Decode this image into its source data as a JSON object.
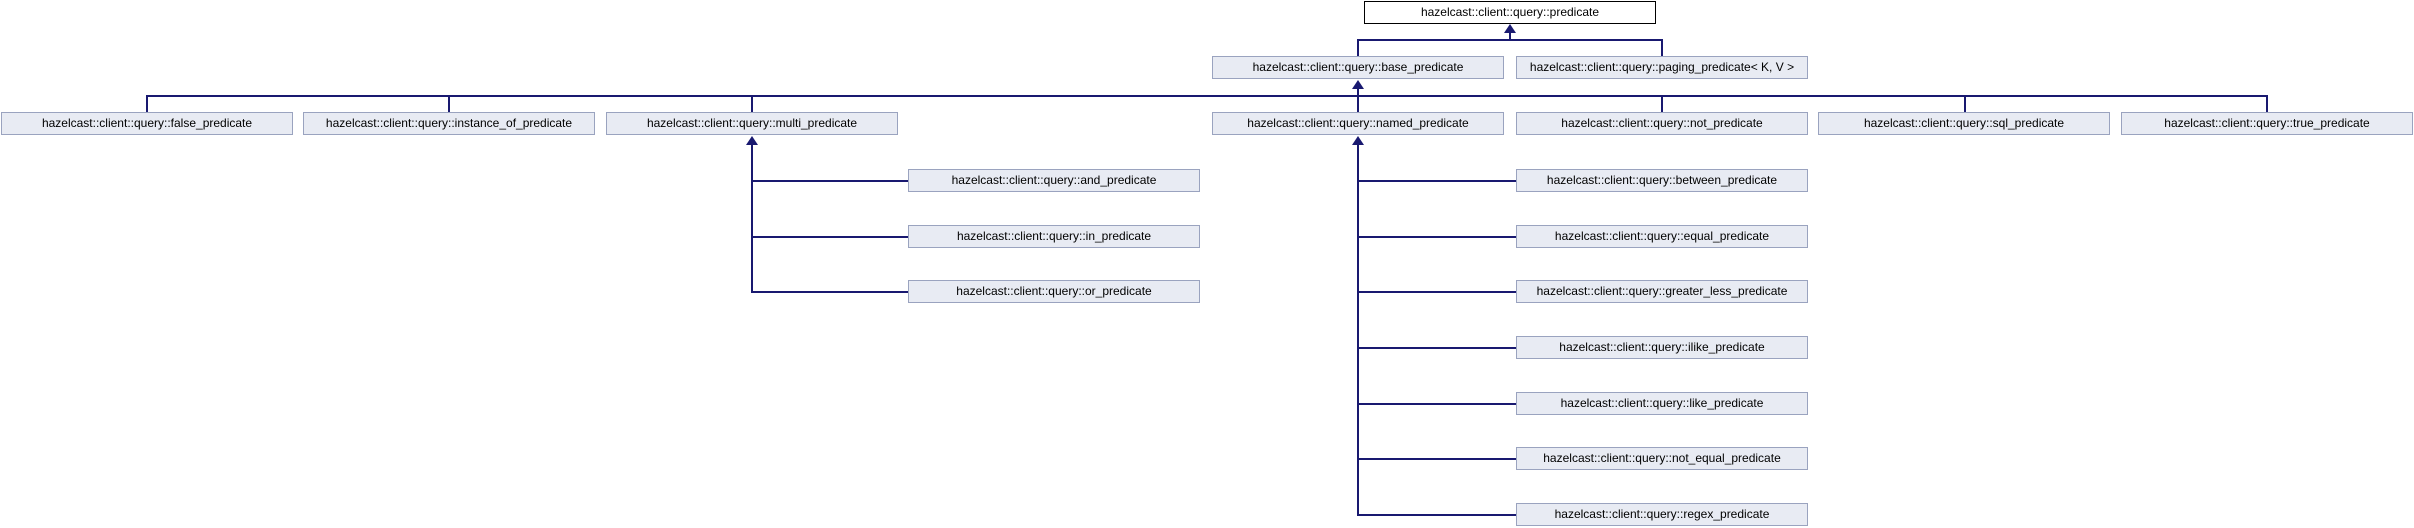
{
  "diagram": {
    "kind": "class-inheritance-graph",
    "colors": {
      "background": "#ffffff",
      "node_fill": "#e8ebf3",
      "node_border": "#9aa3bf",
      "current_node_fill": "#ffffff",
      "current_node_border": "#000000",
      "edge": "#191970",
      "text": "#000000"
    },
    "nodes": {
      "predicate": {
        "label": "hazelcast::client::query::predicate",
        "current": true
      },
      "base_predicate": {
        "label": "hazelcast::client::query::base_predicate"
      },
      "paging_predicate": {
        "label": "hazelcast::client::query::paging_predicate< K, V >"
      },
      "false_predicate": {
        "label": "hazelcast::client::query::false_predicate"
      },
      "instance_of_predicate": {
        "label": "hazelcast::client::query::instance_of_predicate"
      },
      "multi_predicate": {
        "label": "hazelcast::client::query::multi_predicate"
      },
      "named_predicate": {
        "label": "hazelcast::client::query::named_predicate"
      },
      "not_predicate": {
        "label": "hazelcast::client::query::not_predicate"
      },
      "sql_predicate": {
        "label": "hazelcast::client::query::sql_predicate"
      },
      "true_predicate": {
        "label": "hazelcast::client::query::true_predicate"
      },
      "and_predicate": {
        "label": "hazelcast::client::query::and_predicate"
      },
      "in_predicate": {
        "label": "hazelcast::client::query::in_predicate"
      },
      "or_predicate": {
        "label": "hazelcast::client::query::or_predicate"
      },
      "between_predicate": {
        "label": "hazelcast::client::query::between_predicate"
      },
      "equal_predicate": {
        "label": "hazelcast::client::query::equal_predicate"
      },
      "greater_less_predicate": {
        "label": "hazelcast::client::query::greater_less_predicate"
      },
      "ilike_predicate": {
        "label": "hazelcast::client::query::ilike_predicate"
      },
      "like_predicate": {
        "label": "hazelcast::client::query::like_predicate"
      },
      "not_equal_predicate": {
        "label": "hazelcast::client::query::not_equal_predicate"
      },
      "regex_predicate": {
        "label": "hazelcast::client::query::regex_predicate"
      }
    },
    "edges": [
      {
        "from": "base_predicate",
        "to": "predicate"
      },
      {
        "from": "paging_predicate",
        "to": "predicate"
      },
      {
        "from": "false_predicate",
        "to": "base_predicate"
      },
      {
        "from": "instance_of_predicate",
        "to": "base_predicate"
      },
      {
        "from": "multi_predicate",
        "to": "base_predicate"
      },
      {
        "from": "named_predicate",
        "to": "base_predicate"
      },
      {
        "from": "not_predicate",
        "to": "base_predicate"
      },
      {
        "from": "sql_predicate",
        "to": "base_predicate"
      },
      {
        "from": "true_predicate",
        "to": "base_predicate"
      },
      {
        "from": "and_predicate",
        "to": "multi_predicate"
      },
      {
        "from": "in_predicate",
        "to": "multi_predicate"
      },
      {
        "from": "or_predicate",
        "to": "multi_predicate"
      },
      {
        "from": "between_predicate",
        "to": "named_predicate"
      },
      {
        "from": "equal_predicate",
        "to": "named_predicate"
      },
      {
        "from": "greater_less_predicate",
        "to": "named_predicate"
      },
      {
        "from": "ilike_predicate",
        "to": "named_predicate"
      },
      {
        "from": "like_predicate",
        "to": "named_predicate"
      },
      {
        "from": "not_equal_predicate",
        "to": "named_predicate"
      },
      {
        "from": "regex_predicate",
        "to": "named_predicate"
      }
    ]
  }
}
